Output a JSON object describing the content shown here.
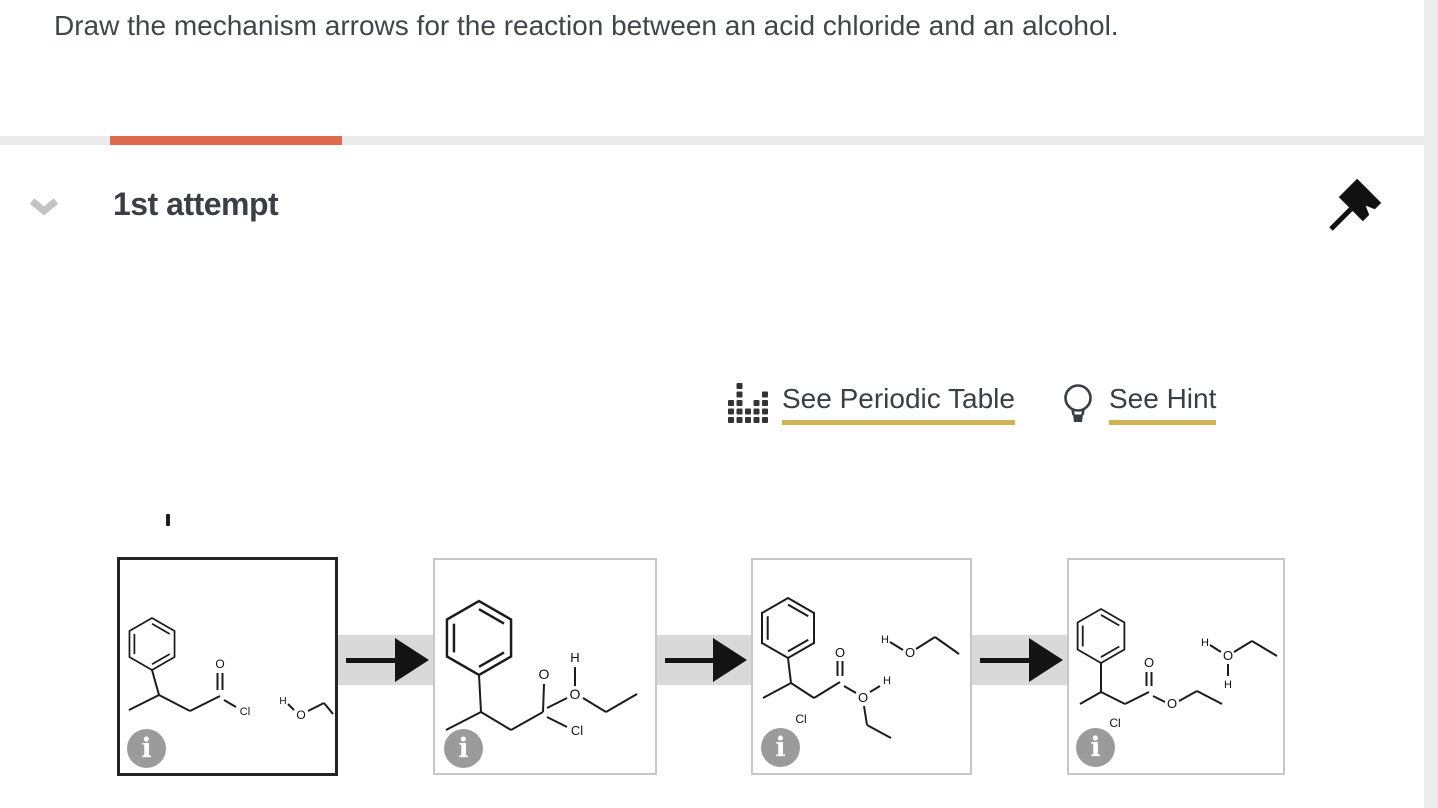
{
  "question": {
    "text": "Draw the mechanism arrows for the reaction between an acid chloride and an alcohol."
  },
  "progress": {
    "track_color": "#ebebeb",
    "fill_color": "#dd6c4e"
  },
  "attempt": {
    "title": "1st attempt"
  },
  "links": {
    "underline_color": "#d1b356",
    "periodic": {
      "label": "See Periodic Table"
    },
    "hint": {
      "label": "See Hint"
    }
  },
  "panels": [
    {
      "info": "i",
      "atoms": {
        "o_carbonyl": "O",
        "cl": "Cl",
        "h_oh": "H",
        "o_oh": "O"
      }
    },
    {
      "info": "i",
      "atoms": {
        "o_top": "O",
        "h": "H",
        "o_ether": "O",
        "cl": "Cl"
      }
    },
    {
      "info": "i",
      "atoms": {
        "o_carbonyl": "O",
        "h_oxo": "H",
        "o_ester": "O",
        "cl_ion": "Cl",
        "h_oh": "H",
        "o_oh": "O"
      }
    },
    {
      "info": "i",
      "atoms": {
        "o_carbonyl": "O",
        "o_ester": "O",
        "cl_ion": "Cl",
        "h1": "H",
        "o_oh": "O",
        "h2": "H"
      }
    }
  ]
}
